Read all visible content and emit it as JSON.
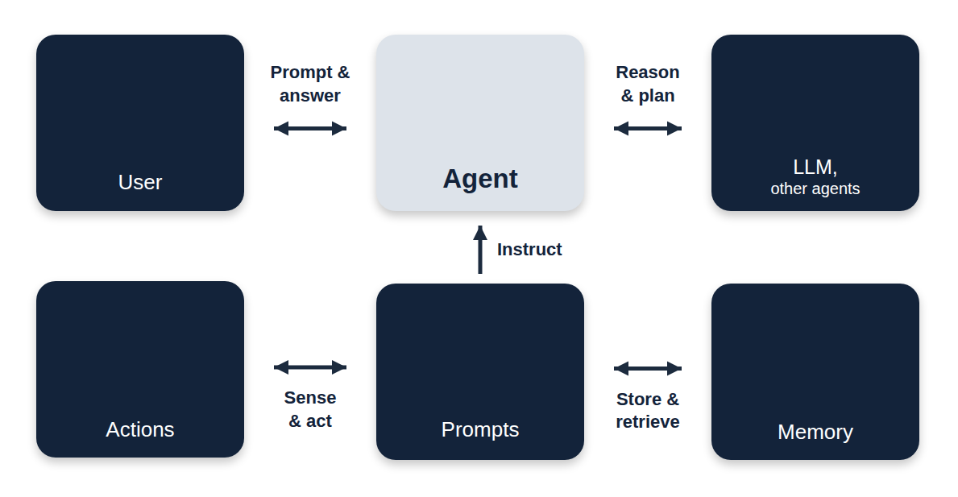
{
  "diagram": {
    "nodes": [
      {
        "text": [
          "User"
        ]
      },
      {
        "text": [
          "Agent"
        ]
      },
      {
        "text": [
          "LLM,",
          "other agents"
        ]
      },
      {
        "text": [
          "Actions"
        ]
      },
      {
        "text": [
          "Prompts"
        ]
      },
      {
        "text": [
          "Memory"
        ]
      }
    ],
    "edges": [
      {
        "from": 0,
        "to": 1,
        "label": "Prompt & answer",
        "arrow": "both"
      },
      {
        "from": 1,
        "to": 2,
        "label": "Reason & plan",
        "arrow": "both"
      },
      {
        "from": 4,
        "to": 1,
        "label": "Instruct",
        "arrow": "to"
      },
      {
        "from": 3,
        "to": 4,
        "label": "Sense & act",
        "arrow": "both"
      },
      {
        "from": 4,
        "to": 5,
        "label": "Store & retrieve",
        "arrow": "both"
      }
    ]
  }
}
